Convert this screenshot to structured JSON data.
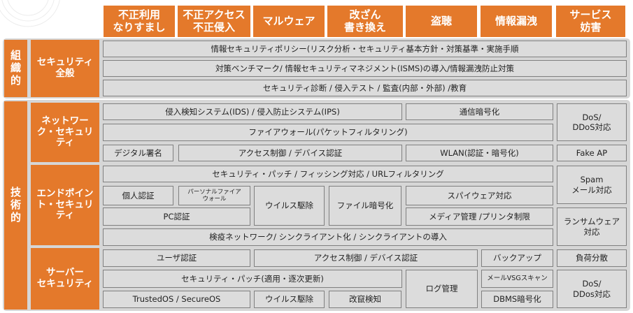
{
  "threats": [
    "不正利用\nなりすまし",
    "不正アクセス\n不正侵入",
    "マルウェア",
    "改ざん\n書き換え",
    "盗聴",
    "情報漏洩",
    "サービス\n妨害"
  ],
  "side": {
    "organizational": "組\n織\n的",
    "technical": "技\n術\n的"
  },
  "categories": {
    "security_general": "セキュリティ\n全般",
    "network": "ネットワー\nク・セキュリ\nティ",
    "endpoint": "エンドポイン\nト・セキュリ\nティ",
    "server": "サーバー\nセキュリティ"
  },
  "measures": {
    "org_row1": "情報セキュリティポリシー(リスク分析・セキュリティ基本方針・対策基準・実施手順",
    "org_row2": "対策ベンチマーク/ 情報セキュリティマネジメント(ISMS)の導入/情報漏洩防止対策",
    "org_row3": "セキュリティ診断 / 侵入テスト / 監査(内部・外部) /教育",
    "net_ids": "侵入検知システム(IDS) / 侵入防止システム(IPS)",
    "net_encrypt": "通信暗号化",
    "net_dos": "DoS/\nDDoS対応",
    "net_firewall": "ファイアウォール(パケットフィルタリング)",
    "net_signature": "デジタル署名",
    "net_access": "アクセス制御 / デバイス認証",
    "net_wlan": "WLAN(認証・暗号化)",
    "net_fakeap": "Fake AP",
    "ep_patch": "セキュリティ・パッチ / フィッシング対応 / URLフィルタリング",
    "ep_spam": "Spam\nメール対応",
    "ep_personal_auth": "個人認証",
    "ep_personal_fw": "パーソナルファイア\nウォール",
    "ep_virus": "ウイルス駆除",
    "ep_file_encrypt": "ファイル暗号化",
    "ep_spyware": "スパイウェア対応",
    "ep_pc_auth": "PC認証",
    "ep_media": "メディア管理 /プリンタ制限",
    "ep_ransom": "ランサムウェア\n対応",
    "ep_quarantine": "検疫ネットワーク/ シンクライアント化 / シンクライアントの導入",
    "sv_user_auth": "ユーザ認証",
    "sv_access": "アクセス制御 / デバイス認証",
    "sv_backup": "バックアップ",
    "sv_load": "負荷分散",
    "sv_patch": "セキュリティ・パッチ(適用・逐次更新)",
    "sv_log": "ログ管理",
    "sv_mail_vsg": "メールVSGスキャン",
    "sv_dos": "DoS/\nDDos対応",
    "sv_trusted_os": "TrustedOS / SecureOS",
    "sv_virus": "ウイルス駆除",
    "sv_tamper": "改竄検知",
    "sv_dbms": "DBMS暗号化"
  }
}
